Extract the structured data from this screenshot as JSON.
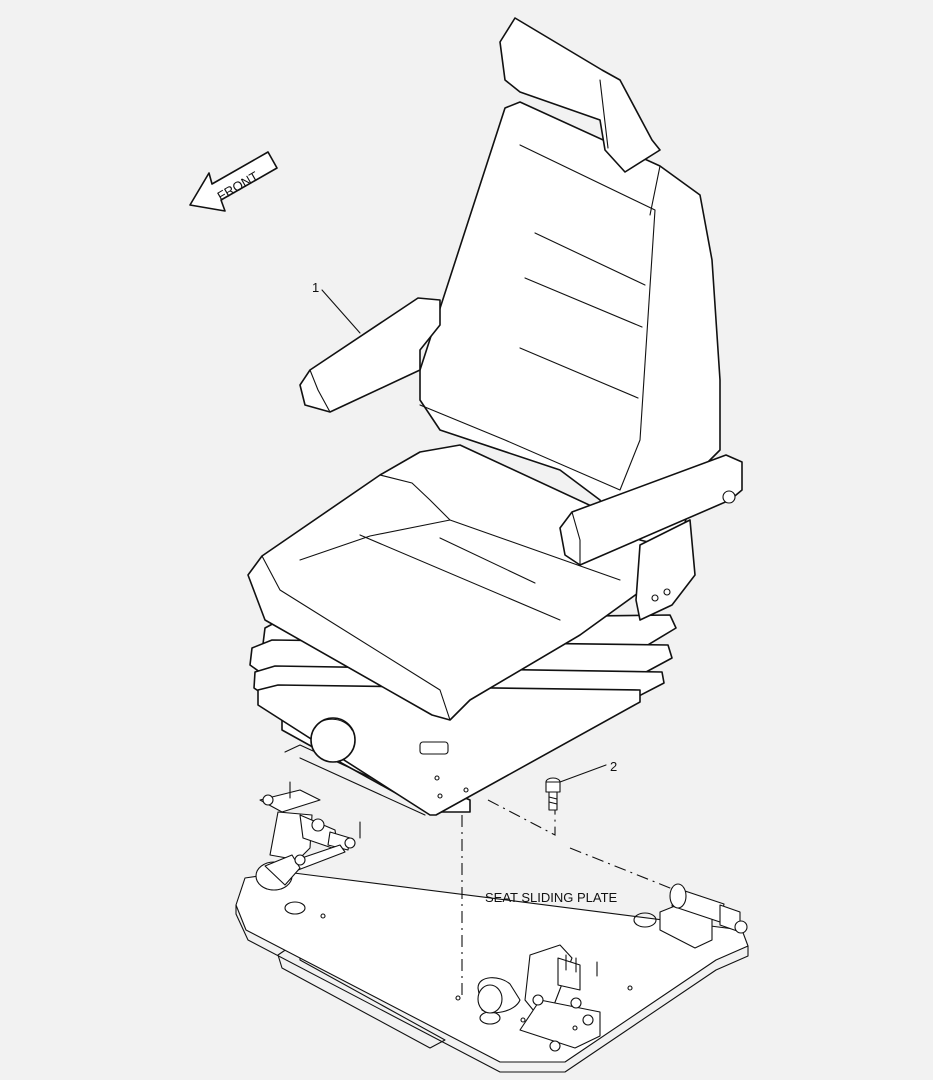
{
  "diagram": {
    "direction_label": "FRONT",
    "callouts": [
      {
        "id": "callout-1",
        "number": "1"
      },
      {
        "id": "callout-2",
        "number": "2"
      }
    ],
    "labels": {
      "seat_sliding_plate": "SEAT SLIDING PLATE"
    },
    "colors": {
      "background": "#f2f2f2",
      "line": "#111111",
      "fill": "#ffffff"
    }
  }
}
